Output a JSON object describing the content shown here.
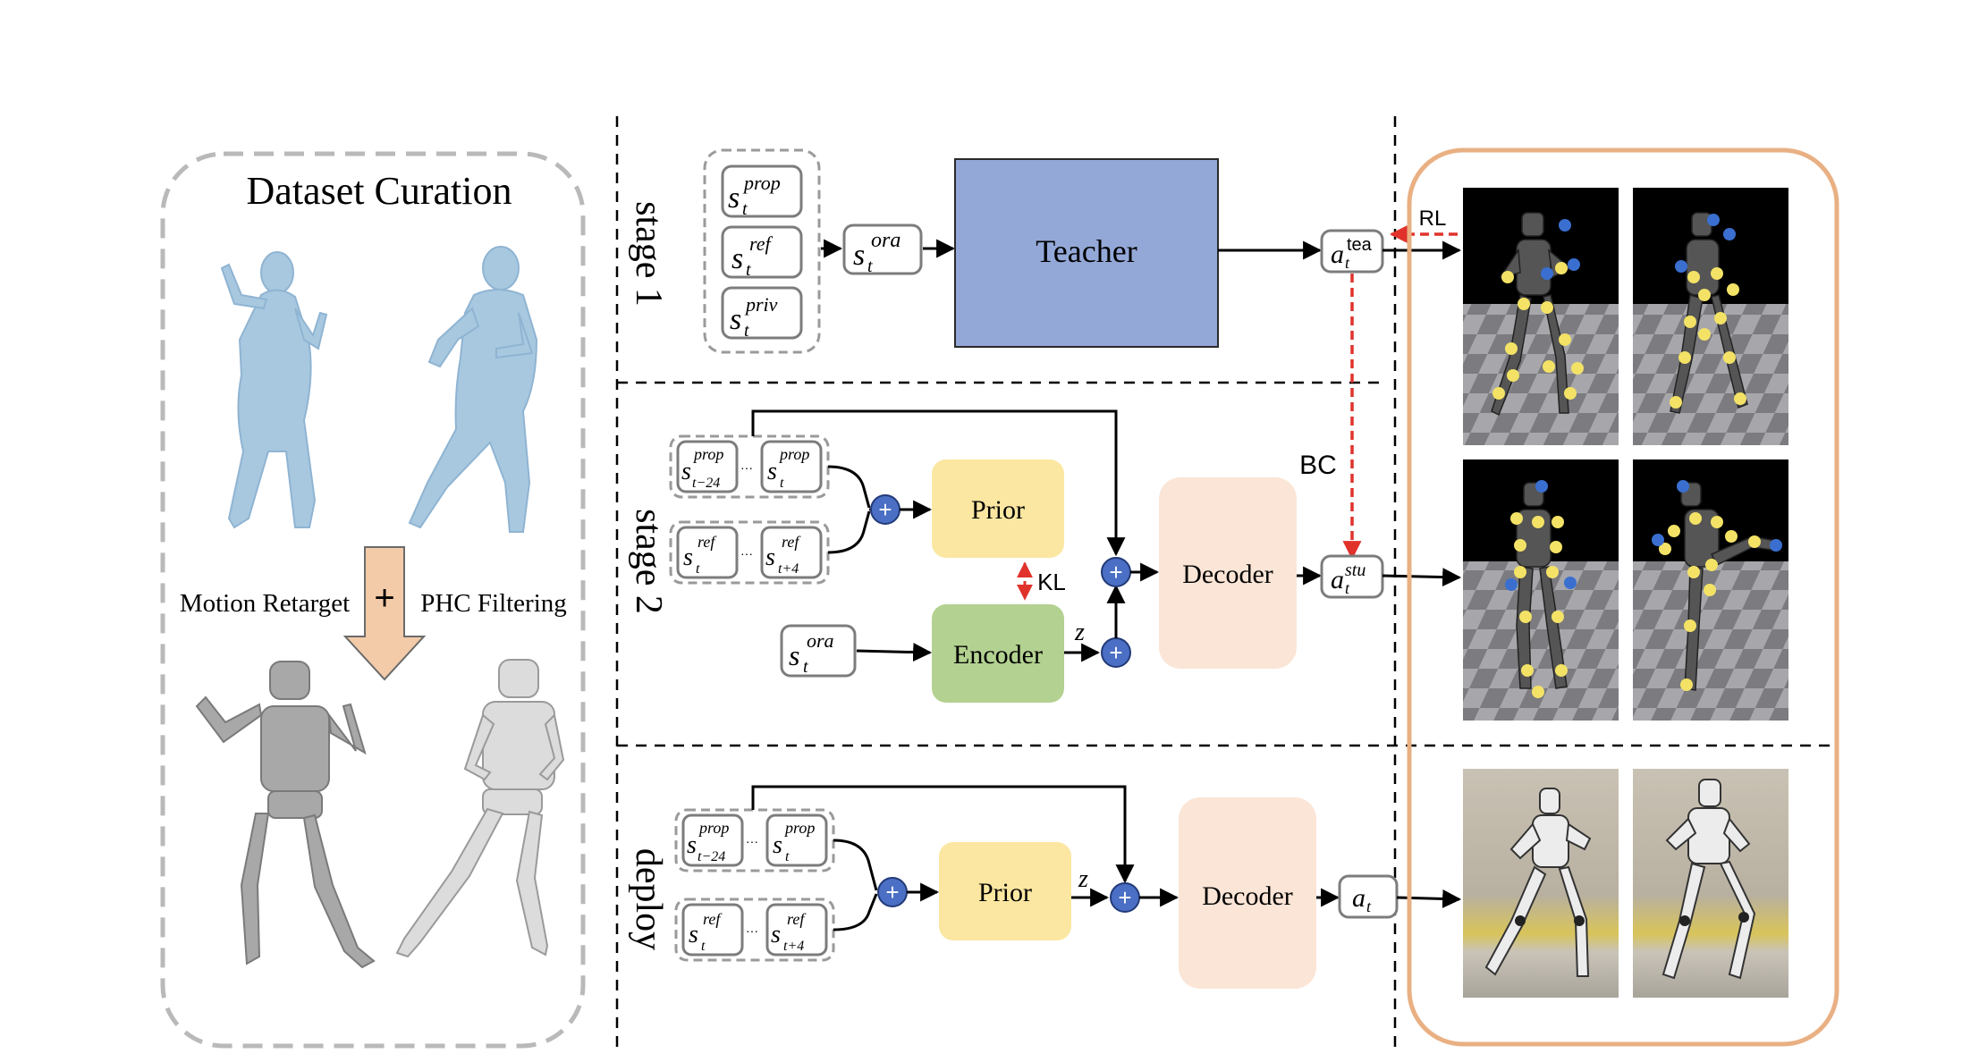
{
  "dataset": {
    "title": "Dataset Curation",
    "left_label": "Motion Retarget",
    "plus": "+",
    "right_label": "PHC Filtering"
  },
  "stages": {
    "stage1": "stage 1",
    "stage2": "stage 2",
    "deploy": "deploy"
  },
  "blocks": {
    "teacher": "Teacher",
    "prior": "Prior",
    "encoder": "Encoder",
    "decoder": "Decoder"
  },
  "math": {
    "s": "s",
    "a": "a",
    "t": "t",
    "sup_prop": "prop",
    "sup_ref": "ref",
    "sup_priv": "priv",
    "sup_ora": "ora",
    "sup_tea": "tea",
    "sup_stu": "stu",
    "sub_t24": "t−24",
    "sub_t4": "t+4",
    "dots": "···",
    "z": "z",
    "plus": "+"
  },
  "edges": {
    "rl": "RL",
    "bc": "BC",
    "kl": "KL"
  },
  "colors": {
    "teacher": "#94a8d8",
    "prior": "#fbe7a1",
    "encoder": "#b3d190",
    "decoder": "#fbe5d6",
    "plus_node": "#4a6fc4",
    "red_dash": "#e0322b",
    "panel_orange": "#e9b083",
    "human_blue": "#a8c8e0",
    "robot_yellow": "#f3e266"
  }
}
